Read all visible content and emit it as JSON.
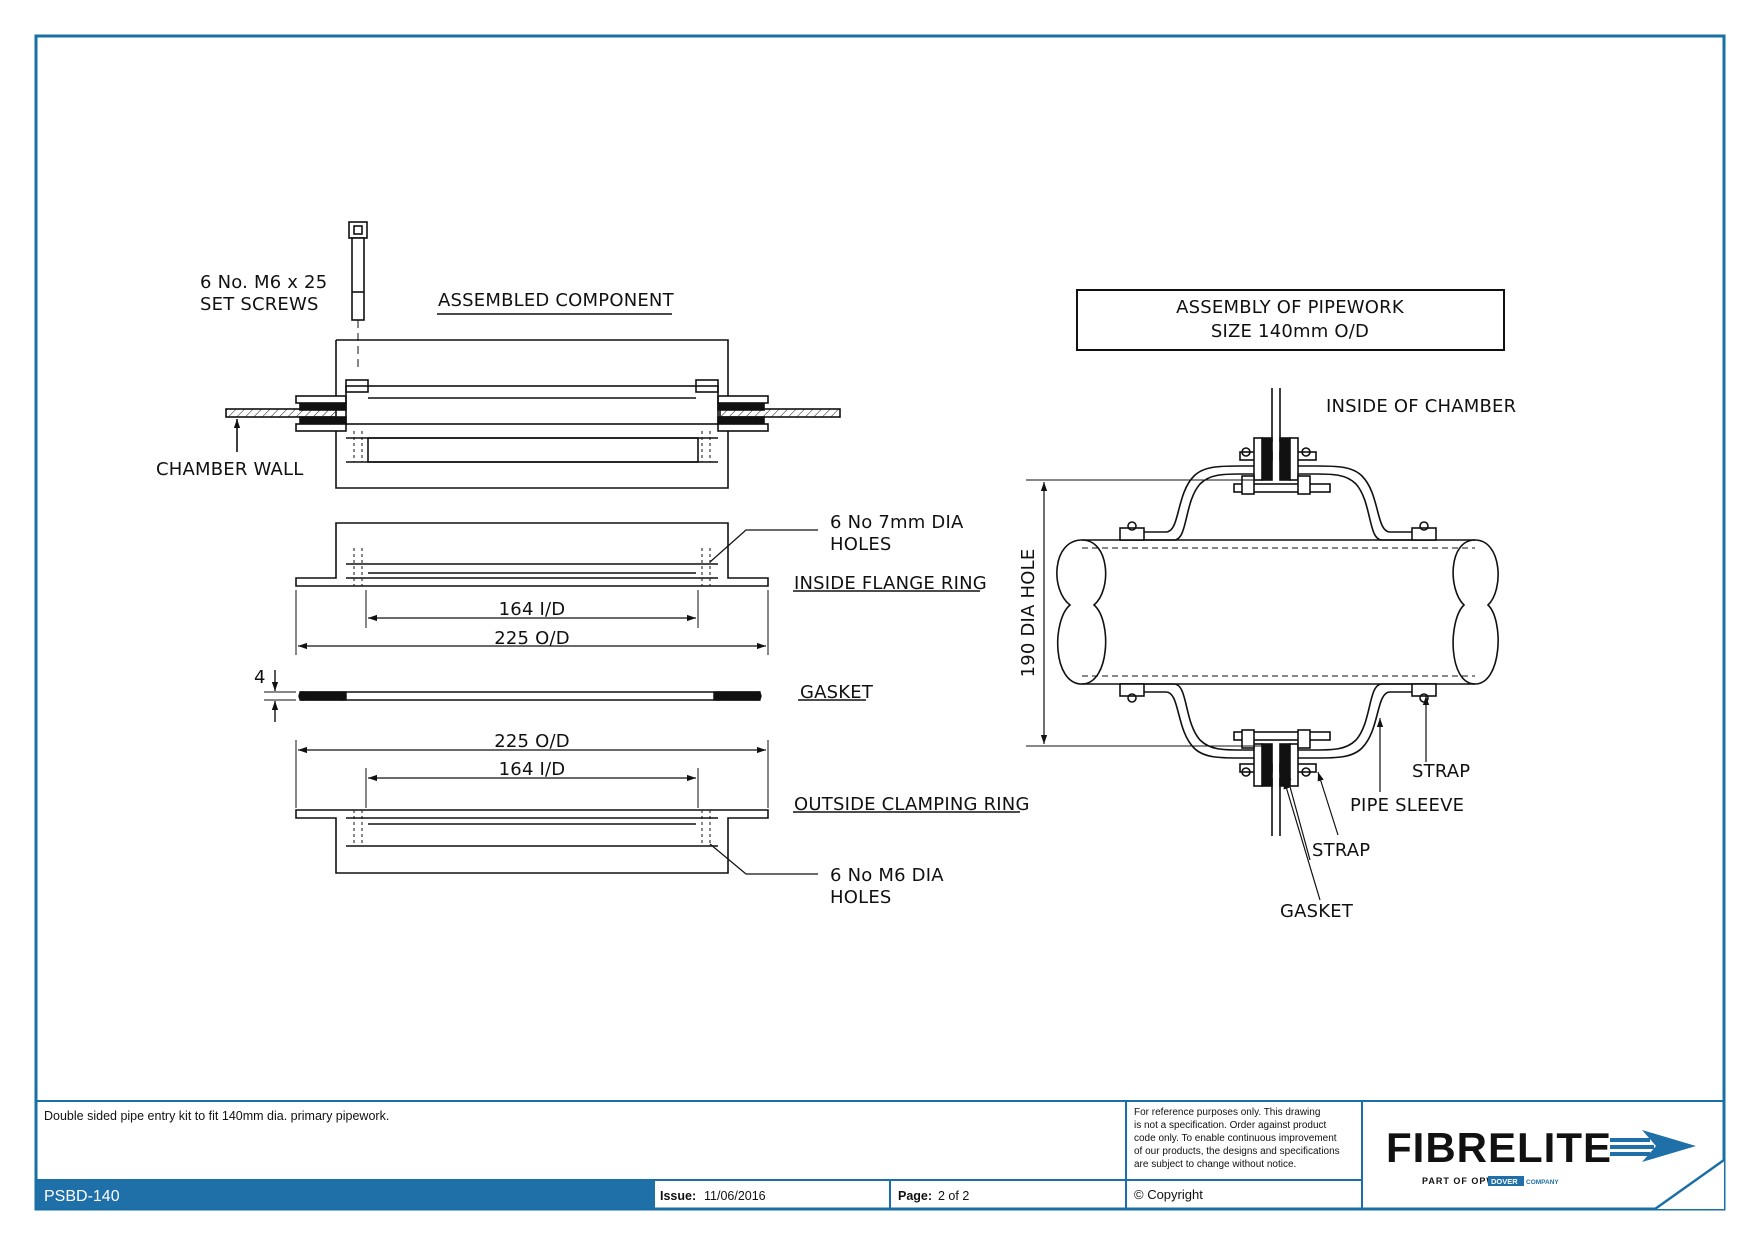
{
  "labels": {
    "screws_line1": "6 No. M6 x 25",
    "screws_line2": "SET SCREWS",
    "assembled_component": "ASSEMBLED COMPONENT",
    "chamber_wall": "CHAMBER WALL",
    "holes7_line1": "6 No 7mm DIA",
    "holes7_line2": "HOLES",
    "inside_flange_ring": "INSIDE FLANGE RING",
    "dim_id_upper": "164 I/D",
    "dim_od_upper": "225 O/D",
    "dim_gasket": "4",
    "gasket": "GASKET",
    "dim_od_lower": "225 O/D",
    "dim_id_lower": "164 I/D",
    "outside_clamping_ring": "OUTSIDE CLAMPING RING",
    "holesM6_line1": "6 No M6 DIA",
    "holesM6_line2": "HOLES",
    "assembly_line1": "ASSEMBLY OF PIPEWORK",
    "assembly_line2": "SIZE 140mm O/D",
    "inside_of_chamber": "INSIDE OF CHAMBER",
    "dia_hole": "190 DIA HOLE",
    "strap_right": "STRAP",
    "pipe_sleeve": "PIPE SLEEVE",
    "strap_lower": "STRAP",
    "gasket_right": "GASKET"
  },
  "title_block": {
    "description": "Double sided pipe entry kit to fit 140mm dia. primary pipework.",
    "disclaimer": [
      "For reference purposes only. This drawing",
      "is not a specification. Order against product",
      "code only.  To enable continuous improvement",
      "of our products, the designs and specifications",
      "are subject to change without notice."
    ],
    "code": "PSBD-140",
    "issue_label": "Issue:",
    "issue_value": "11/06/2016",
    "page_label": "Page:",
    "page_value": "2 of 2",
    "copyright": "© Copyright",
    "brand": "FIBRELITE",
    "brand_sub": "PART OF OPW",
    "brand_sub2": "DOVER",
    "brand_sub3": "COMPANY"
  },
  "colors": {
    "frame": "#1a6fa5",
    "code_bar": "#1f6fa8",
    "ink": "#111111",
    "brand": "#111111",
    "brand_accent": "#1f6fa8"
  }
}
